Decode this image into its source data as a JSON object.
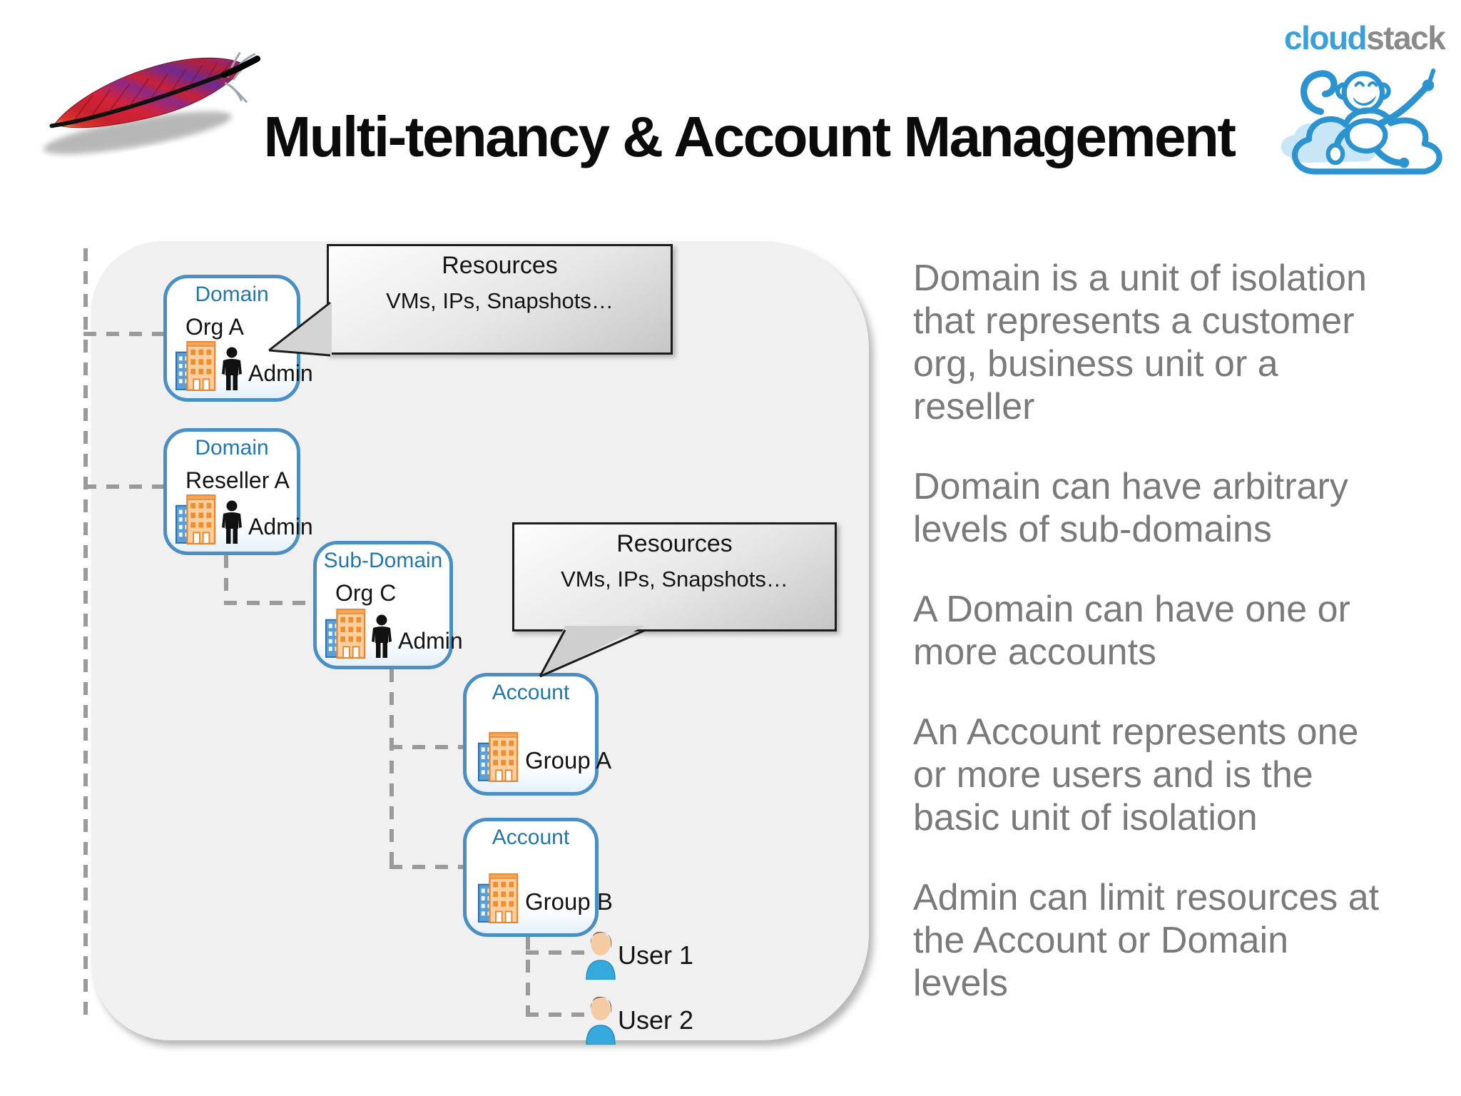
{
  "slide": {
    "title": "Multi-tenancy & Account Management"
  },
  "logos": {
    "apache_feather": "apache-feather-logo",
    "cloudstack": {
      "word_cloud": "cloud",
      "word_stack": "stack",
      "mascot": "cloudstack-monkey-cloud-logo"
    }
  },
  "diagram": {
    "boxes": [
      {
        "title": "Domain",
        "org": "Org A",
        "admin": "Admin"
      },
      {
        "title": "Domain",
        "org": "Reseller A",
        "admin": "Admin"
      },
      {
        "title": "Sub-Domain",
        "org": "Org C",
        "admin": "Admin"
      },
      {
        "title": "Account",
        "org": "Group A"
      },
      {
        "title": "Account",
        "org": "Group B"
      }
    ],
    "callouts": [
      {
        "title": "Resources",
        "body": "VMs, IPs, Snapshots…"
      },
      {
        "title": "Resources",
        "body": "VMs, IPs, Snapshots…"
      }
    ],
    "users": [
      {
        "label": "User 1"
      },
      {
        "label": "User 2"
      }
    ],
    "icons": {
      "building": "org-building-icon",
      "person": "admin-person-icon",
      "avatar": "user-avatar-icon"
    }
  },
  "notes": [
    "Domain is a unit of isolation\nthat represents a customer\norg, business unit or a\nreseller",
    "Domain can have arbitrary\nlevels of sub-domains",
    "A Domain can have one or\nmore accounts",
    "An Account represents one\nor more users and is the\nbasic unit of isolation",
    "Admin can limit resources at\nthe Account or Domain\nlevels"
  ],
  "colors": {
    "box_border": "#4a8fc4",
    "box_title_blue": "#2377ad",
    "note_gray": "#7a7a7a",
    "connector_gray": "#9a9a9a",
    "cloudstack_blue": "#3aa0dc",
    "cloudstack_gray": "#8a8a8a",
    "callout_border": "#1c1c1c",
    "building_orange": "#ef8e2e",
    "building_blue": "#5b9fd6",
    "panel_gray": "#f0f0f1"
  }
}
